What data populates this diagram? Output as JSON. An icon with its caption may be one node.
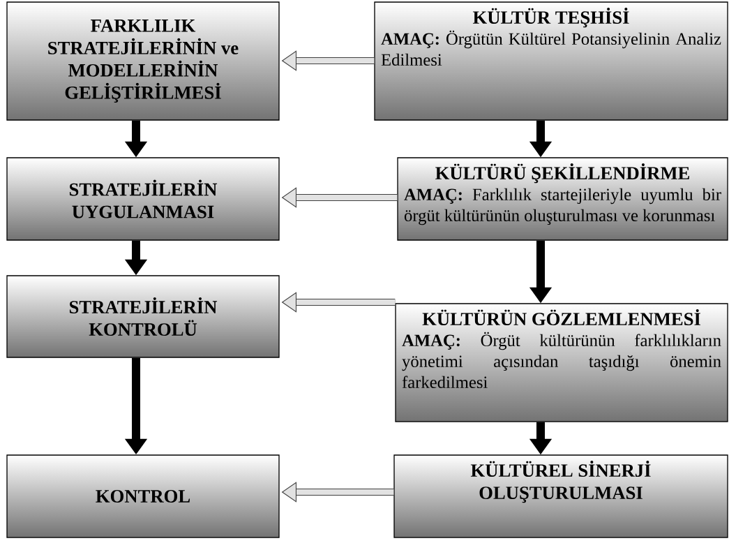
{
  "diagram": {
    "nodes": [
      {
        "text": [
          "FARKLILIK STRATEJİLERİNİN ve MODELLERİNİN GELİŞTİRİLMESİ"
        ]
      },
      {
        "text": [
          "KÜLTÜR TEŞHİSİ",
          "**AMAÇ:** Örgütün Kültürel Potansiyelinin Analiz Edilmesi"
        ]
      },
      {
        "text": [
          "STRATEJİLERİN UYGULANMASI"
        ]
      },
      {
        "text": [
          "KÜLTÜRÜ ŞEKİLLENDİRME",
          "**AMAÇ:** Farklılık startejileriyle uyumlu bir örgüt kültürünün oluşturulması ve korunması"
        ]
      },
      {
        "text": [
          "STRATEJİLERİN KONTROLÜ"
        ]
      },
      {
        "text": [
          "KÜLTÜRÜN GÖZLEMLENMESİ",
          "**AMAÇ:** Örgüt kültürünün farklılıkların yönetimi açısından taşıdığı önemin farkedilmesi"
        ]
      },
      {
        "text": [
          "KONTROL"
        ]
      },
      {
        "text": [
          "KÜLTÜREL SİNERJİ OLUŞTURULMASI"
        ]
      }
    ],
    "edges": [
      {
        "from": 1,
        "to": 0,
        "arrow": "to",
        "color": "#404040"
      },
      {
        "from": 0,
        "to": 2,
        "arrow": "to"
      },
      {
        "from": 1,
        "to": 3,
        "arrow": "to"
      },
      {
        "from": 3,
        "to": 2,
        "arrow": "to",
        "color": "#404040"
      },
      {
        "from": 2,
        "to": 4,
        "arrow": "to"
      },
      {
        "from": 3,
        "to": 5,
        "arrow": "to"
      },
      {
        "from": 5,
        "to": 4,
        "arrow": "to",
        "color": "#404040"
      },
      {
        "from": 4,
        "to": 6,
        "arrow": "to"
      },
      {
        "from": 5,
        "to": 7,
        "arrow": "to"
      },
      {
        "from": 7,
        "to": 6,
        "arrow": "to",
        "color": "#404040"
      }
    ]
  }
}
